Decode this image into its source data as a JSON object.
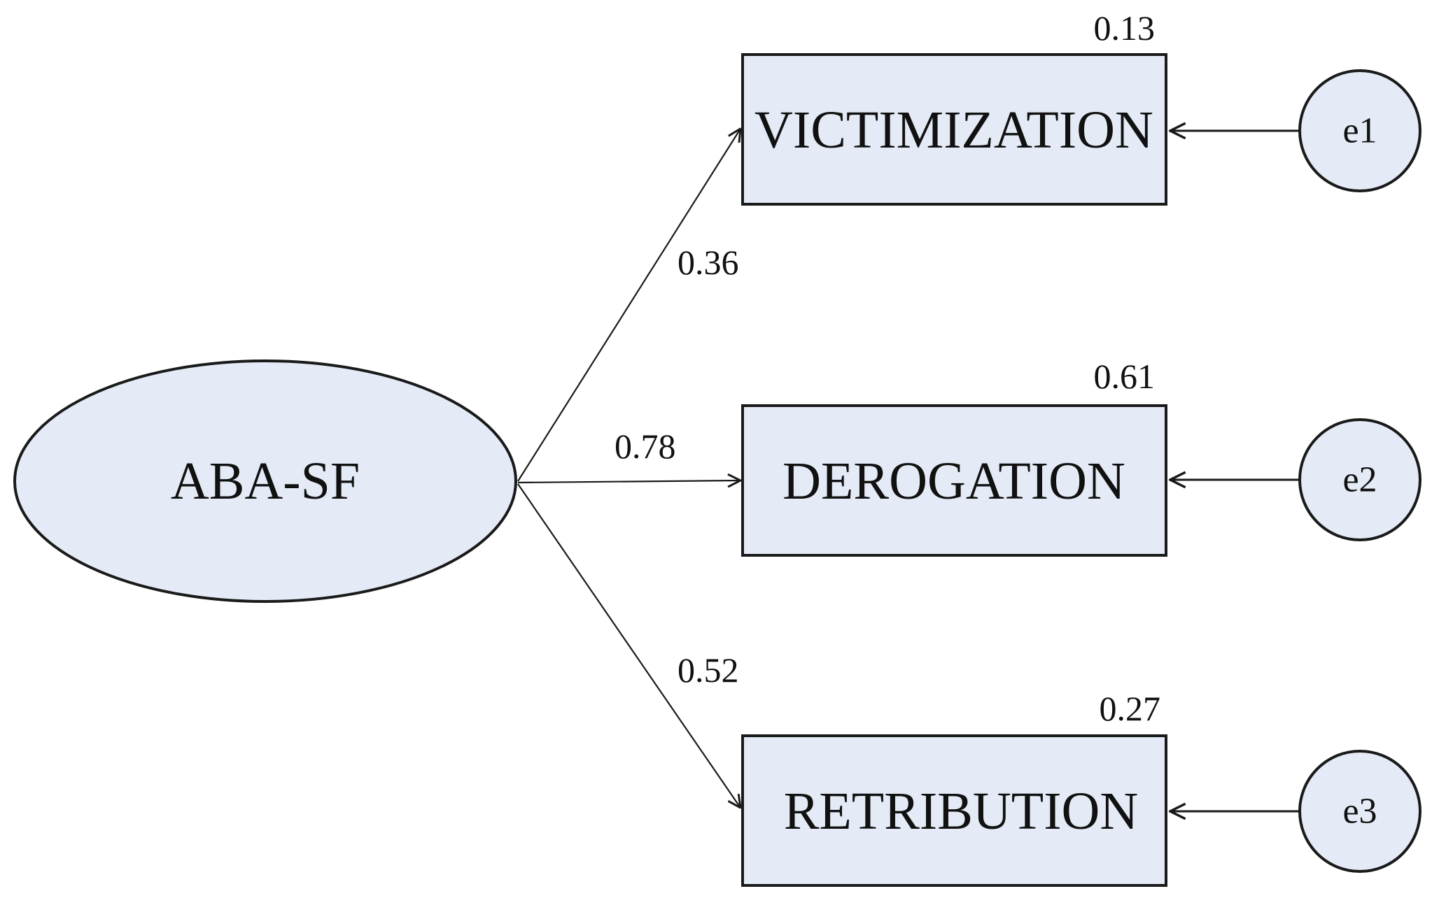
{
  "latent": {
    "label": "ABA-SF"
  },
  "indicators": [
    {
      "label": "VICTIMIZATION",
      "r_squared": "0.13",
      "loading": "0.36",
      "error": "e1"
    },
    {
      "label": "DEROGATION",
      "r_squared": "0.61",
      "loading": "0.78",
      "error": "e2"
    },
    {
      "label": "RETRIBUTION",
      "r_squared": "0.27",
      "loading": "0.52",
      "error": "e3"
    }
  ],
  "colors": {
    "node_fill": "#e4ebf6",
    "stroke": "#1a1a1a",
    "text": "#111111"
  }
}
